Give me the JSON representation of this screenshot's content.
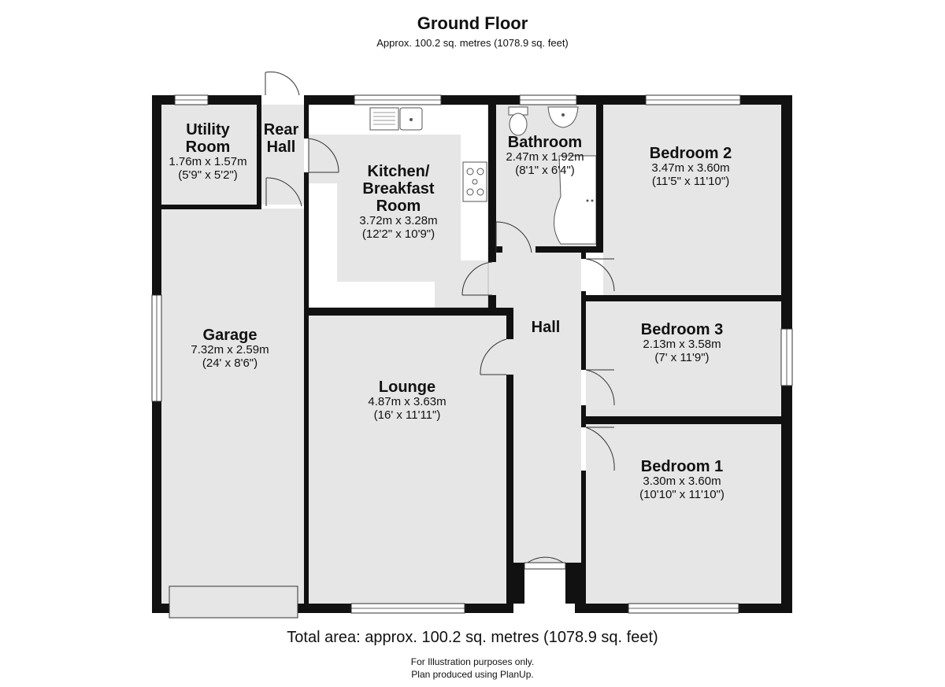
{
  "header": {
    "title": "Ground Floor",
    "subtitle": "Approx. 100.2 sq. metres (1078.9 sq. feet)"
  },
  "footer": {
    "total": "Total area: approx. 100.2 sq. metres (1078.9 sq. feet)",
    "note1": "For Illustration purposes only.",
    "note2": "Plan produced using PlanUp."
  },
  "rooms": {
    "utility": {
      "name1": "Utility",
      "name2": "Room",
      "metric": "1.76m x 1.57m",
      "imperial": "(5'9\" x 5'2\")"
    },
    "rear_hall": {
      "name1": "Rear",
      "name2": "Hall"
    },
    "kitchen": {
      "name1": "Kitchen/",
      "name2": "Breakfast",
      "name3": "Room",
      "metric": "3.72m x 3.28m",
      "imperial": "(12'2\" x 10'9\")"
    },
    "bathroom": {
      "name1": "Bathroom",
      "metric": "2.47m x 1.92m",
      "imperial": "(8'1\" x 6'4\")"
    },
    "bedroom2": {
      "name1": "Bedroom 2",
      "metric": "3.47m x 3.60m",
      "imperial": "(11'5\" x 11'10\")"
    },
    "bedroom3": {
      "name1": "Bedroom 3",
      "metric": "2.13m x 3.58m",
      "imperial": "(7' x 11'9\")"
    },
    "bedroom1": {
      "name1": "Bedroom 1",
      "metric": "3.30m x 3.60m",
      "imperial": "(10'10\" x 11'10\")"
    },
    "hall": {
      "name1": "Hall"
    },
    "garage": {
      "name1": "Garage",
      "metric": "7.32m x 2.59m",
      "imperial": "(24' x 8'6\")"
    },
    "lounge": {
      "name1": "Lounge",
      "metric": "4.87m x 3.63m",
      "imperial": "(16' x 11'11\")"
    }
  },
  "colors": {
    "wall": "#111111",
    "floor": "#e6e6e6",
    "fixture": "#ffffff",
    "background": "#ffffff"
  }
}
